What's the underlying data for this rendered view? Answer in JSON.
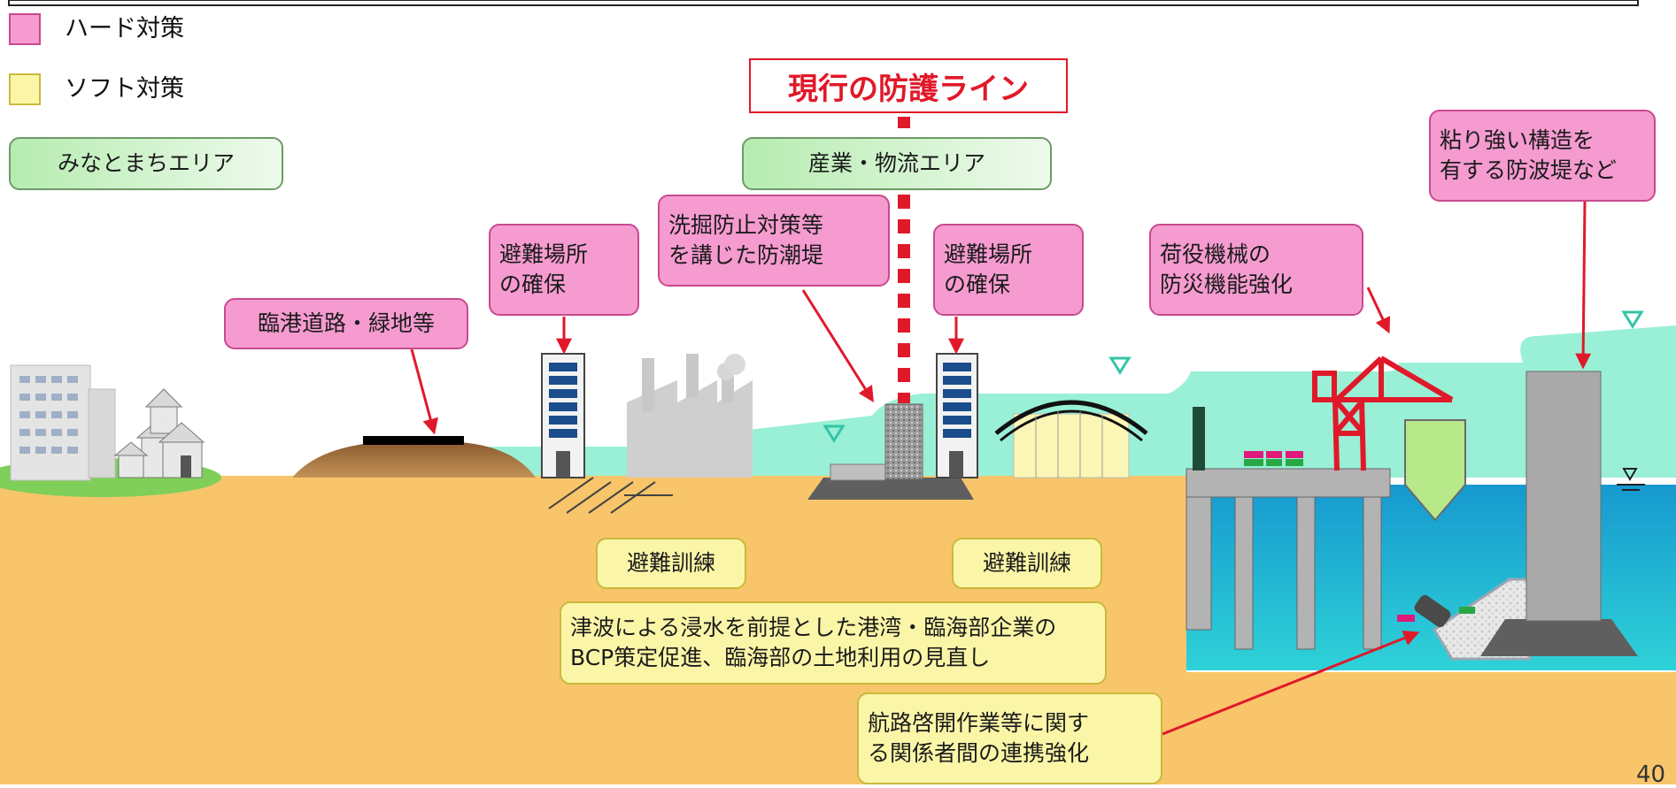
{
  "legend": {
    "hard": {
      "label": "ハード対策",
      "color": "#f59bd0"
    },
    "soft": {
      "label": "ソフト対策",
      "color": "#fbf6a7"
    }
  },
  "defense_line": {
    "label": "現行の防護ライン",
    "color": "#e0192a"
  },
  "areas": {
    "port_town": "みなとまちエリア",
    "industrial": "産業・物流エリア"
  },
  "hard_measures": {
    "coastal_road": "臨港道路・緑地等",
    "shelter_left": "避難場所\nの確保",
    "seawall": "洗掘防止対策等\nを講じた防潮堤",
    "shelter_right": "避難場所\nの確保",
    "cargo_equipment": "荷役機械の\n防災機能強化",
    "breakwater": "粘り強い構造を\n有する防波堤など"
  },
  "soft_measures": {
    "drill_left": "避難訓練",
    "drill_right": "避難訓練",
    "bcp": "津波による浸水を前提とした港湾・臨海部企業の\nBCP策定促進、臨海部の土地利用の見直し",
    "coordination": "航路啓開作業等に関す\nる関係者間の連携強化"
  },
  "page_number": "40",
  "colors": {
    "ground": "#f8c56a",
    "sea": "#1aa6d8",
    "tsunami": "#9af0d6",
    "arrow": "#e0192a",
    "structure": "#a9a9a9"
  }
}
